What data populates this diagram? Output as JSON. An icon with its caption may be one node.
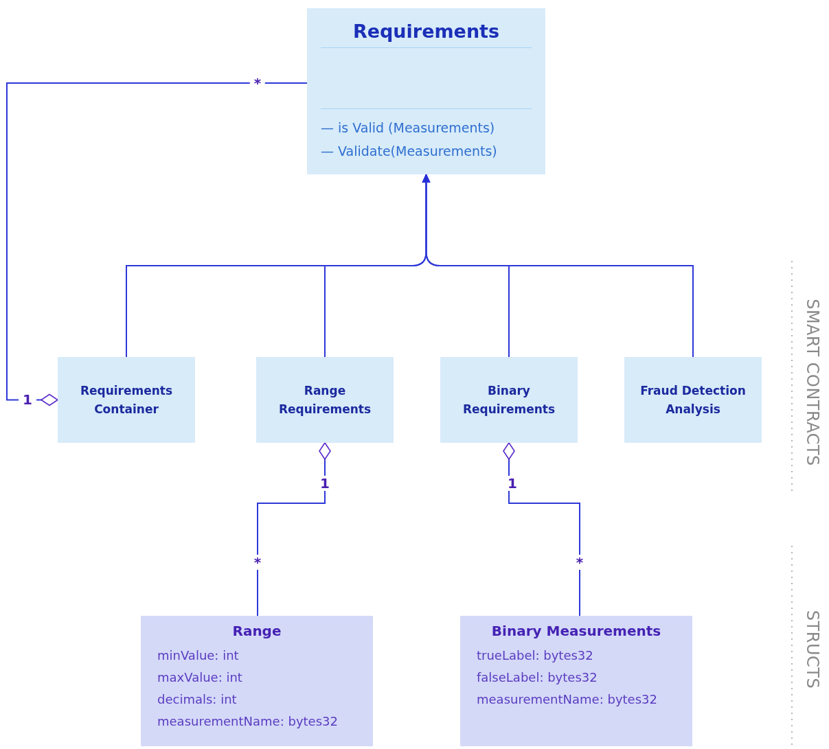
{
  "diagram": {
    "nodes": [
      {
        "text": [
          "Requirements",
          "— is Valid (Measurements)",
          "— Validate(Measurements)"
        ]
      },
      {
        "text": [
          "Requirements Container"
        ]
      },
      {
        "text": [
          "Range Requirements"
        ]
      },
      {
        "text": [
          "Binary Requirements"
        ]
      },
      {
        "text": [
          "Fraud Detection Analysis"
        ]
      },
      {
        "text": [
          "Range",
          "minValue: int",
          "maxValue: int",
          "decimals: int",
          "measurementName: bytes32"
        ]
      },
      {
        "text": [
          "Binary Measurements",
          "trueLabel: bytes32",
          "falseLabel: bytes32",
          "measurementName: bytes32"
        ]
      }
    ],
    "edges": [
      {
        "from": 1,
        "to": 0,
        "arrow": "to"
      },
      {
        "from": 2,
        "to": 0,
        "arrow": "to"
      },
      {
        "from": 3,
        "to": 0,
        "arrow": "to"
      },
      {
        "from": 4,
        "to": 0,
        "arrow": "to"
      },
      {
        "from": 1,
        "to": 0,
        "arrow": "other"
      },
      {
        "from": 2,
        "to": 5,
        "arrow": "other"
      },
      {
        "from": 3,
        "to": 6,
        "arrow": "other"
      }
    ],
    "labels": [
      "*",
      "1",
      "1",
      "*",
      "1",
      "*",
      "SMART CONTRACTS",
      "STRUCTS"
    ]
  }
}
